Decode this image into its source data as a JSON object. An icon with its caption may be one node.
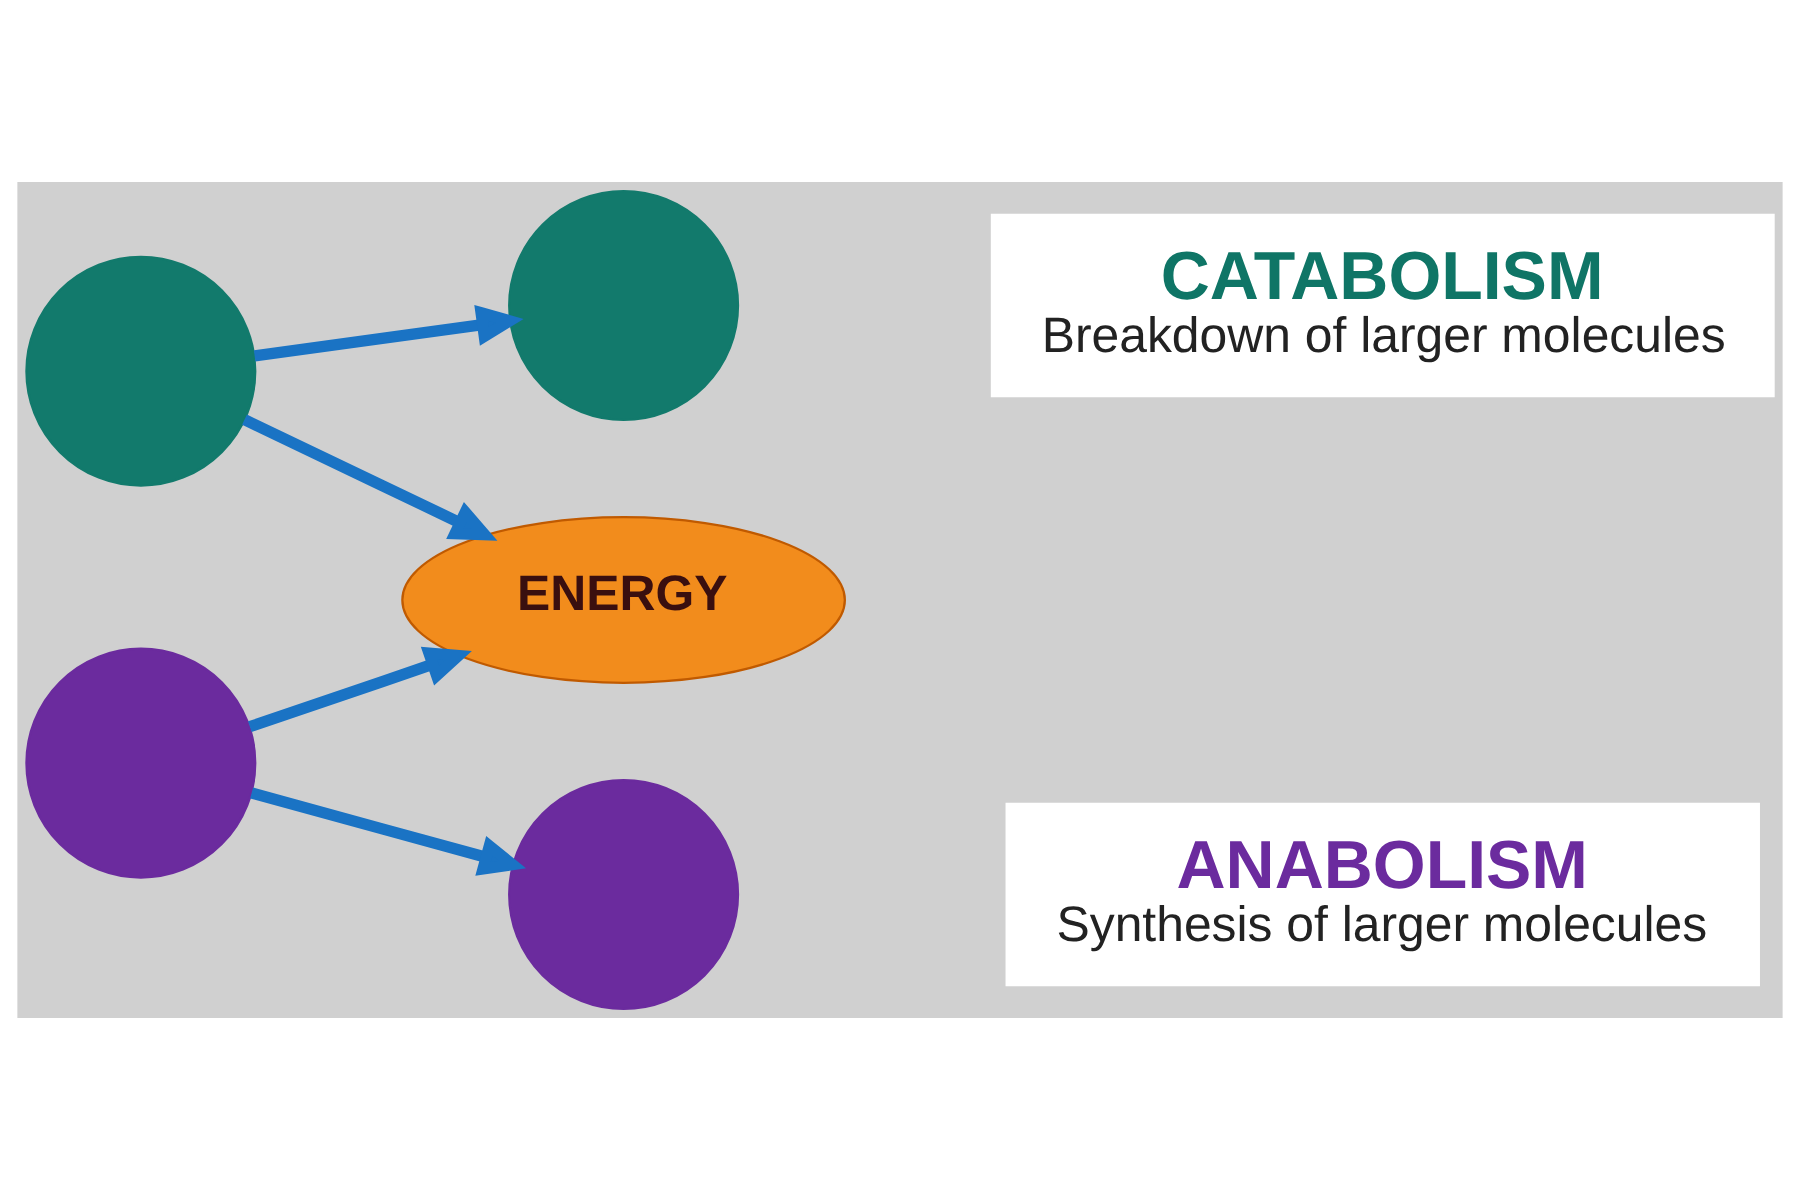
{
  "diagram": {
    "nodes": [
      {
        "text": [],
        "shape": "circle"
      },
      {
        "text": [],
        "shape": "circle"
      },
      {
        "text": [
          "ENERGY"
        ]
      },
      {
        "text": [],
        "shape": "circle"
      },
      {
        "text": [],
        "shape": "circle"
      },
      {
        "text": [
          "CATABOLISM",
          "Breakdown of larger molecules"
        ]
      },
      {
        "text": [
          "ANABOLISM",
          "Synthesis of larger molecules"
        ]
      }
    ],
    "edges": [
      {
        "from": 0,
        "to": 1,
        "arrow": "to"
      },
      {
        "from": 0,
        "to": 2,
        "arrow": "to"
      },
      {
        "from": 3,
        "to": 2,
        "arrow": "to"
      },
      {
        "from": 3,
        "to": 4,
        "arrow": "to"
      }
    ]
  }
}
